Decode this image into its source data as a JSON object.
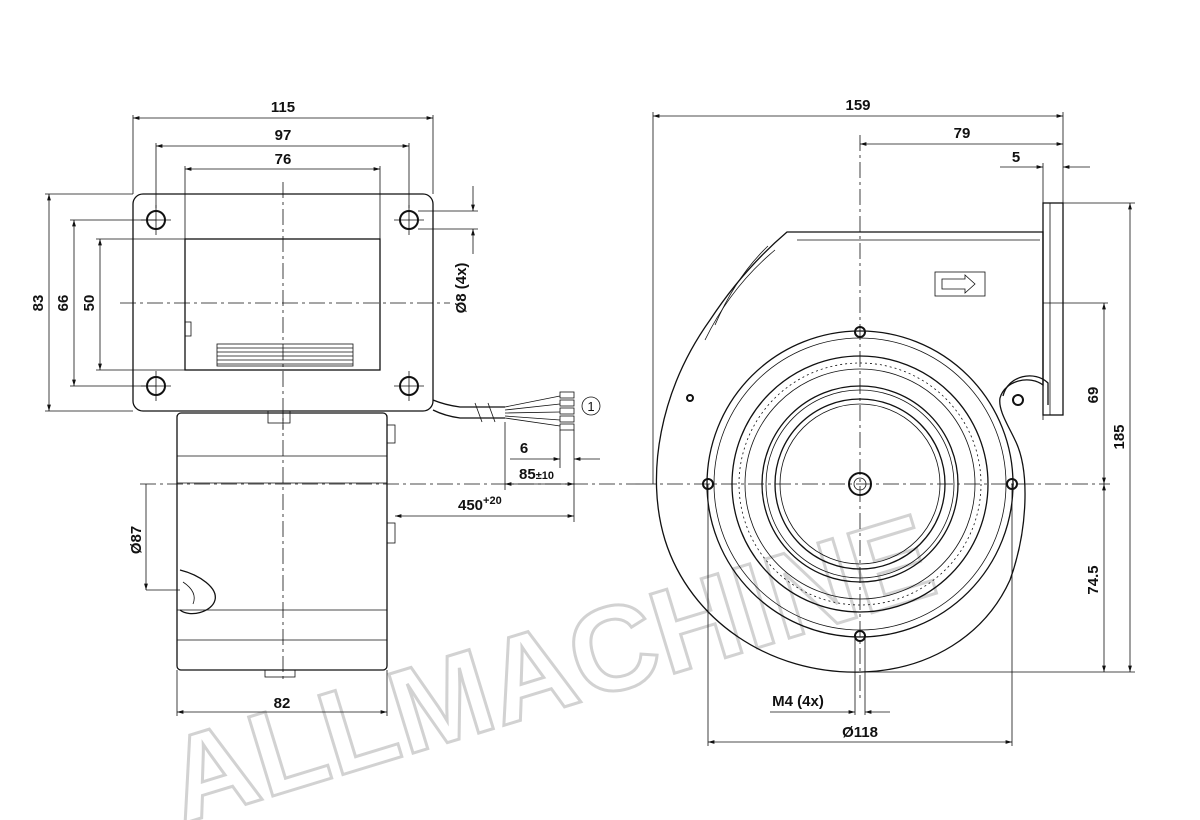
{
  "watermark": "ALLMACHINE",
  "left_view": {
    "dims": {
      "w115": "115",
      "w97": "97",
      "w76": "76",
      "h83": "83",
      "h66": "66",
      "h50": "50",
      "hole": "Ø8 (4x)",
      "cable6": "6",
      "cable85": "85",
      "cable85_tol": "±10",
      "cable450": "450",
      "cable450_tol": "+20",
      "motor_dia": "Ø87",
      "motor_w": "82"
    },
    "callout": "1"
  },
  "right_view": {
    "dims": {
      "w159": "159",
      "w79": "79",
      "w5": "5",
      "h69": "69",
      "h185": "185",
      "h74_5": "74.5",
      "m4": "M4 (4x)",
      "d118": "Ø118"
    }
  }
}
